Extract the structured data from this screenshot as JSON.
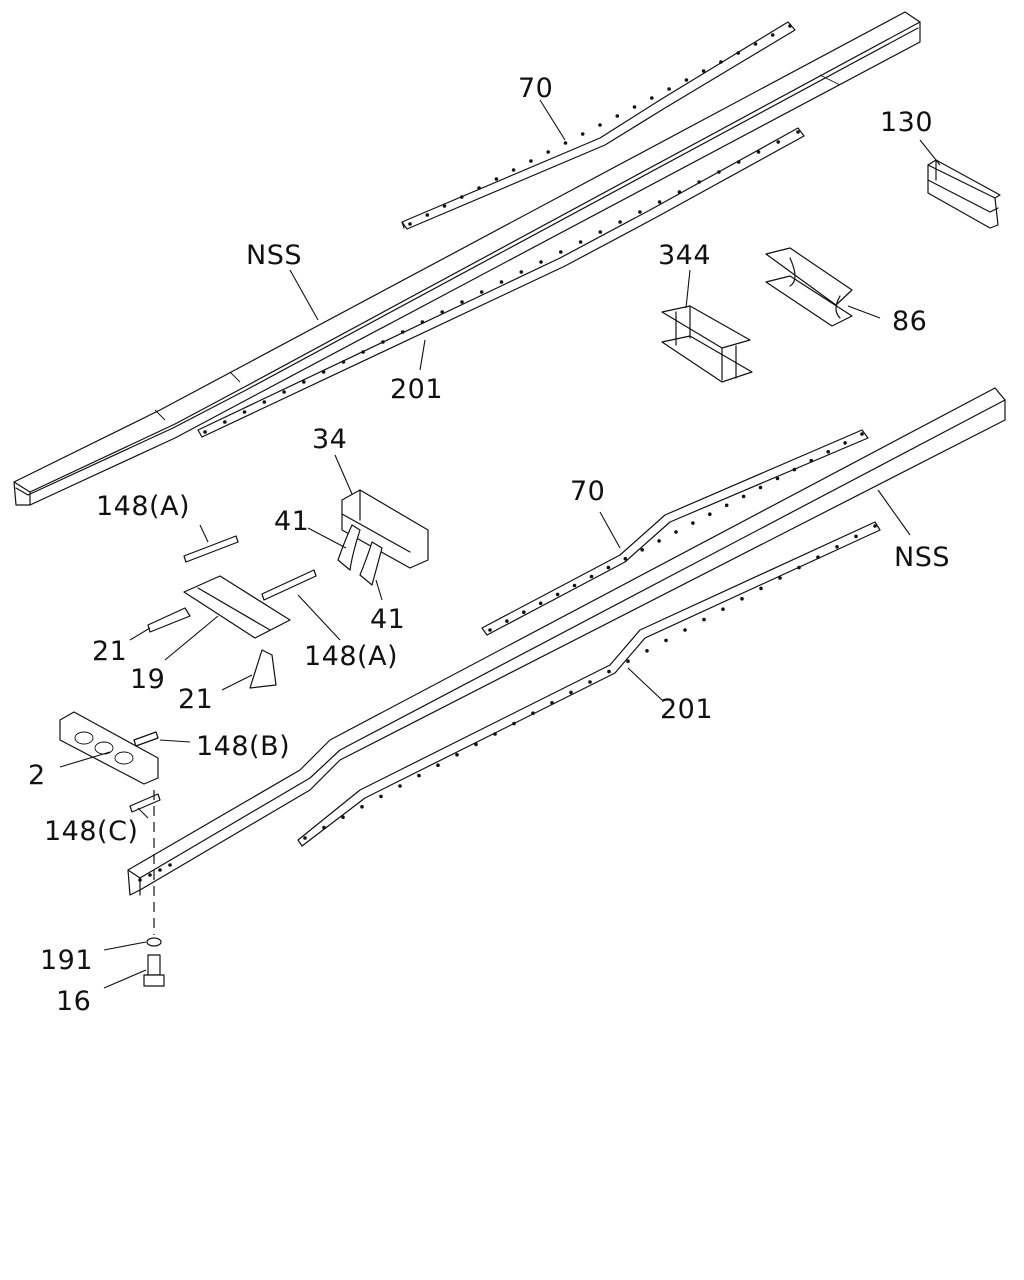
{
  "callouts": [
    {
      "id": "nss-upper",
      "label": "NSS"
    },
    {
      "id": "70-upper",
      "label": "70"
    },
    {
      "id": "130",
      "label": "130"
    },
    {
      "id": "344",
      "label": "344"
    },
    {
      "id": "86",
      "label": "86"
    },
    {
      "id": "201-upper",
      "label": "201"
    },
    {
      "id": "34",
      "label": "34"
    },
    {
      "id": "41-a",
      "label": "41"
    },
    {
      "id": "41-b",
      "label": "41"
    },
    {
      "id": "148a-1",
      "label": "148(A)"
    },
    {
      "id": "148a-2",
      "label": "148(A)"
    },
    {
      "id": "21-a",
      "label": "21"
    },
    {
      "id": "19",
      "label": "19"
    },
    {
      "id": "21-b",
      "label": "21"
    },
    {
      "id": "148b",
      "label": "148(B)"
    },
    {
      "id": "2",
      "label": "2"
    },
    {
      "id": "148c",
      "label": "148(C)"
    },
    {
      "id": "70-lower",
      "label": "70"
    },
    {
      "id": "nss-lower",
      "label": "NSS"
    },
    {
      "id": "201-lower",
      "label": "201"
    },
    {
      "id": "191",
      "label": "191"
    },
    {
      "id": "16",
      "label": "16"
    }
  ]
}
